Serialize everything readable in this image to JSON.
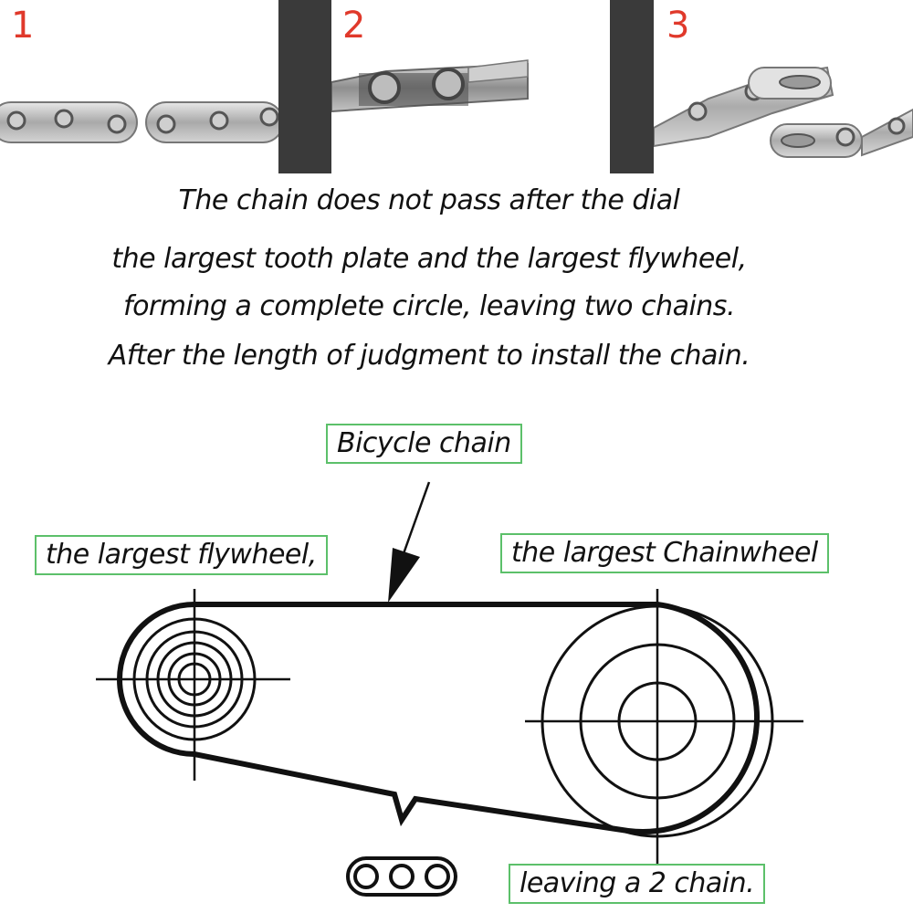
{
  "steps": [
    {
      "number": "1",
      "description": "two chain ends with master link halves"
    },
    {
      "number": "2",
      "description": "chain link close-up"
    },
    {
      "number": "3",
      "description": "quick link being joined"
    }
  ],
  "instructions": {
    "line1": "The chain does not pass after the dial",
    "line2": "the largest tooth plate and the largest flywheel,",
    "line3": "forming a complete circle, leaving two chains.",
    "line4": "After the length of judgment to install the chain."
  },
  "labels": {
    "bicycle_chain": "Bicycle chain",
    "flywheel": "the largest flywheel,",
    "chainwheel": "the largest Chainwheel",
    "leaving": "leaving a 2 chain."
  },
  "colors": {
    "step_number": "#e0392b",
    "label_border": "#5cc06a",
    "divider": "#3a3a3a",
    "line": "#111111"
  }
}
